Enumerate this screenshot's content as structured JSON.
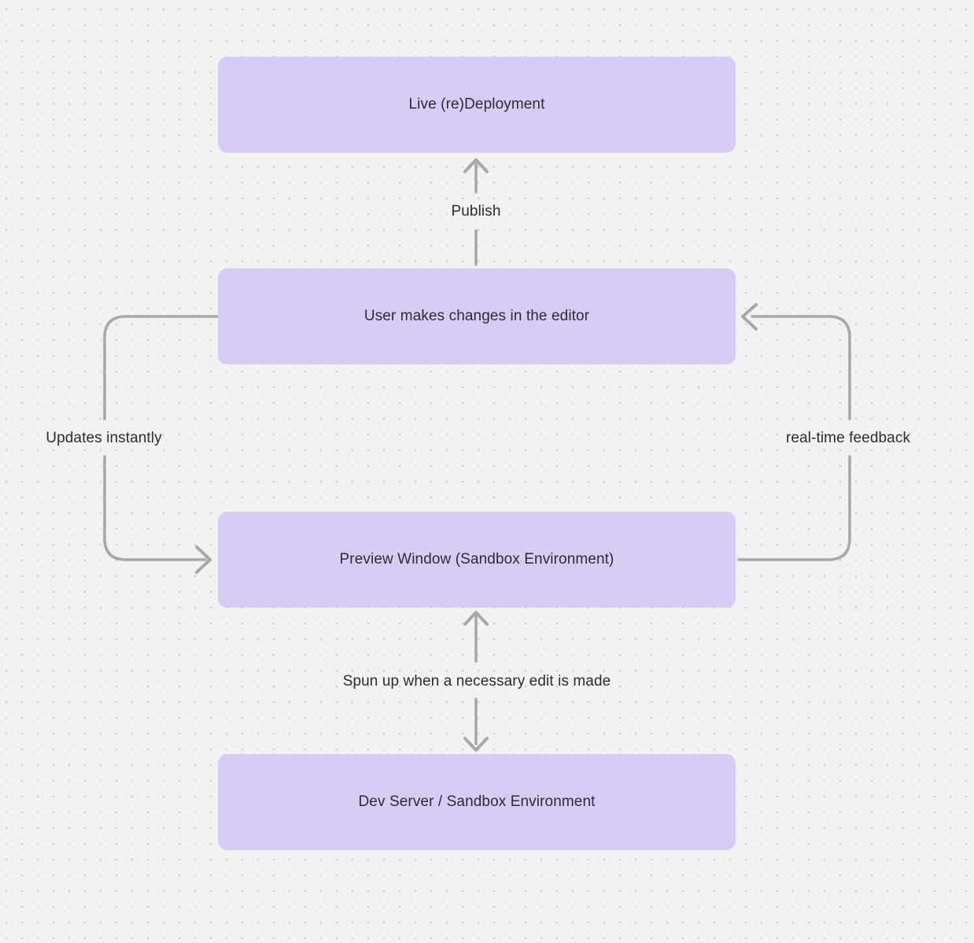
{
  "diagram": {
    "background_color": "#f2f2f2",
    "dot_grid_color": "#c9c9c9",
    "node_fill_color": "#d6ccf5",
    "text_color": "#2c2c31",
    "arrow_color": "#a8a8a8"
  },
  "nodes": [
    {
      "id": "live-deployment",
      "label": "Live (re)Deployment"
    },
    {
      "id": "editor",
      "label": "User makes changes in the editor"
    },
    {
      "id": "preview",
      "label": "Preview Window (Sandbox Environment)"
    },
    {
      "id": "dev-server",
      "label": "Dev Server / Sandbox Environment"
    }
  ],
  "edges": [
    {
      "id": "publish",
      "label": "Publish",
      "from": "editor",
      "to": "live-deployment",
      "direction": "up"
    },
    {
      "id": "updates-instantly",
      "label": "Updates instantly",
      "from": "editor",
      "to": "preview",
      "direction": "left-loop-down"
    },
    {
      "id": "realtime-feedback",
      "label": "real-time feedback",
      "from": "preview",
      "to": "editor",
      "direction": "right-loop-up"
    },
    {
      "id": "spun-up",
      "label": "Spun up when a necessary edit is made",
      "from": "preview",
      "to": "dev-server",
      "direction": "bidirectional"
    }
  ]
}
